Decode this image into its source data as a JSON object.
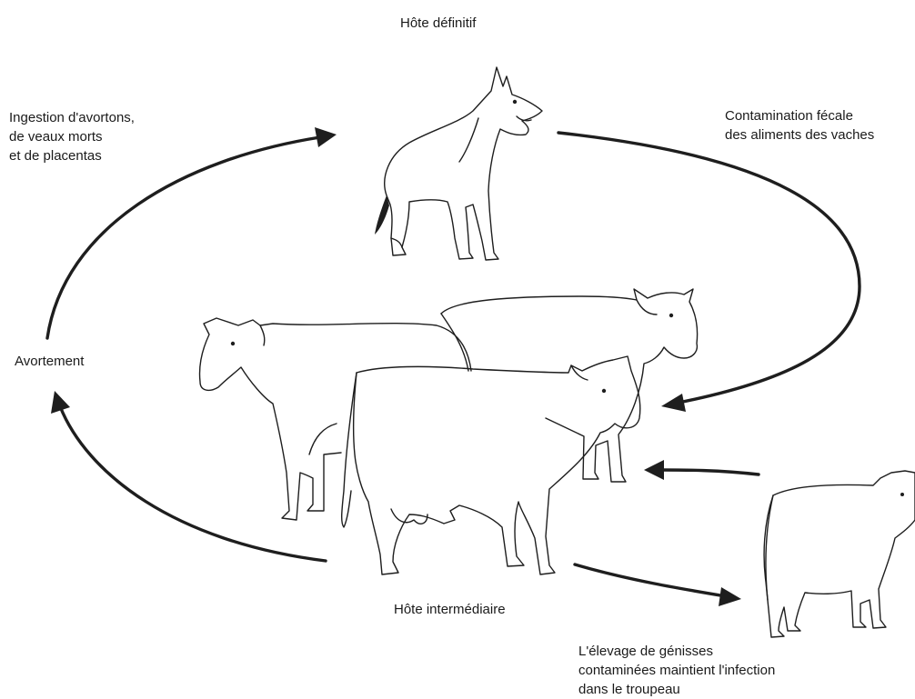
{
  "labels": {
    "definitive_host": "Hôte définitif",
    "ingestion": [
      "Ingestion d'avortons,",
      "de veaux morts",
      "et de placentas"
    ],
    "fecal_contamination": [
      "Contamination fécale",
      "des aliments des vaches"
    ],
    "abortion": "Avortement",
    "intermediate_host": "Hôte intermédiaire",
    "heifers": [
      "L'élevage de génisses",
      "contaminées maintient l'infection",
      "dans le troupeau"
    ]
  },
  "colors": {
    "ink": "#1e1e1e",
    "background": "#ffffff"
  },
  "figures": [
    "dog",
    "cow",
    "cow",
    "cow",
    "heifer"
  ]
}
